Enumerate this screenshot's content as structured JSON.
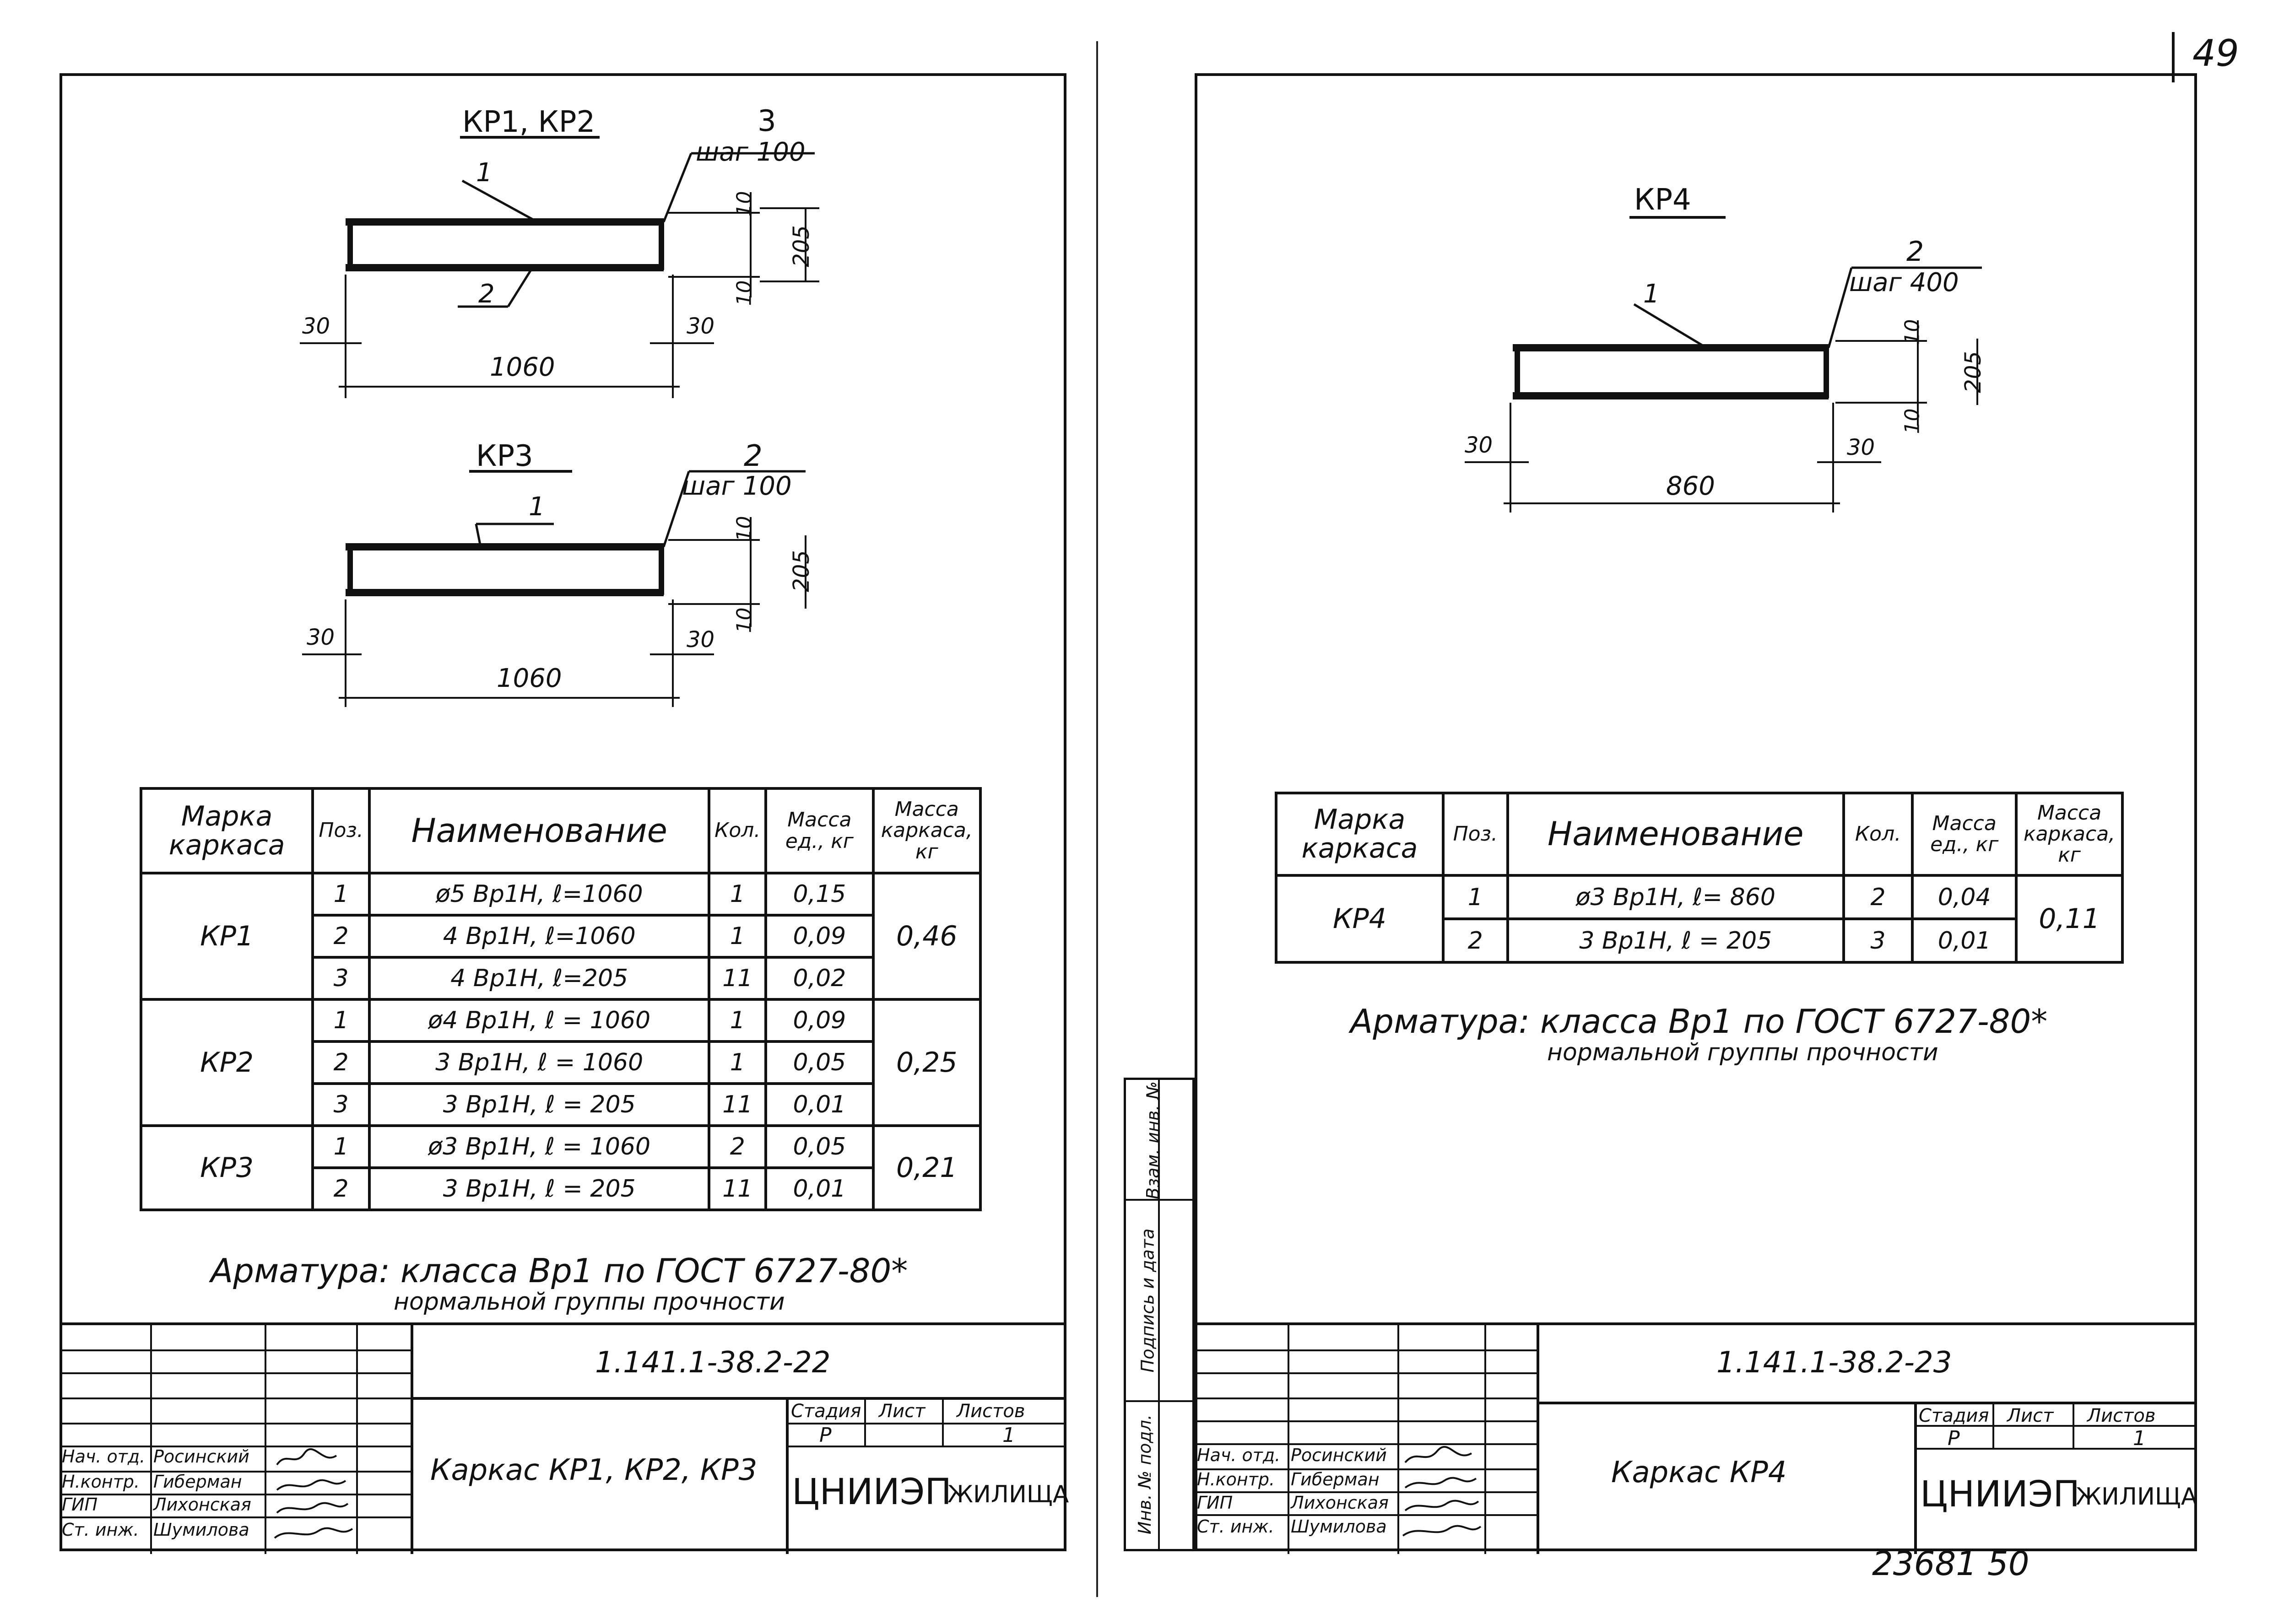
{
  "page_number": "49",
  "bottom_code": "23681 50",
  "left_sheet": {
    "drawing1_title": "КР1, КР2",
    "drawing1_rebar3": "3",
    "drawing1_step": "шаг 100",
    "drawing1_label1": "1",
    "drawing1_label2": "2",
    "drawing1_dim_top": "10",
    "drawing1_dim_bottom": "10",
    "drawing1_dim_height": "205",
    "drawing1_dim_left": "30",
    "drawing1_dim_right": "30",
    "drawing1_length": "1060",
    "drawing2_title": "КР3",
    "drawing2_rebar2": "2",
    "drawing2_step": "шаг 100",
    "drawing2_label1": "1",
    "drawing2_dim_top": "10",
    "drawing2_dim_bottom": "10",
    "drawing2_dim_height": "205",
    "drawing2_dim_left": "30",
    "drawing2_dim_right": "30",
    "drawing2_length": "1060",
    "table_headers": {
      "mark": "Марка каркаса",
      "pos": "Поз.",
      "name": "Наименование",
      "qty": "Кол.",
      "mass_unit": "Масса ед., кг",
      "mass_frame": "Масса каркаса, кг"
    },
    "frames": [
      {
        "mark": "КР1",
        "mass": "0,46",
        "rows": [
          {
            "pos": "1",
            "name": "ø5 Вр1Н, ℓ=1060",
            "qty": "1",
            "unit": "0,15"
          },
          {
            "pos": "2",
            "name": "4 Вр1Н, ℓ=1060",
            "qty": "1",
            "unit": "0,09"
          },
          {
            "pos": "3",
            "name": "4 Вр1Н, ℓ=205",
            "qty": "11",
            "unit": "0,02"
          }
        ]
      },
      {
        "mark": "КР2",
        "mass": "0,25",
        "rows": [
          {
            "pos": "1",
            "name": "ø4 Вр1Н, ℓ = 1060",
            "qty": "1",
            "unit": "0,09"
          },
          {
            "pos": "2",
            "name": "3 Вр1Н, ℓ = 1060",
            "qty": "1",
            "unit": "0,05"
          },
          {
            "pos": "3",
            "name": "3 Вр1Н, ℓ = 205",
            "qty": "11",
            "unit": "0,01"
          }
        ]
      },
      {
        "mark": "КР3",
        "mass": "0,21",
        "rows": [
          {
            "pos": "1",
            "name": "ø3 Вр1Н, ℓ = 1060",
            "qty": "2",
            "unit": "0,05"
          },
          {
            "pos": "2",
            "name": "3 Вр1Н, ℓ = 205",
            "qty": "11",
            "unit": "0,01"
          }
        ]
      }
    ],
    "note_line1": "Арматура: класса Вр1 по ГОСТ 6727-80*",
    "note_line2": "нормальной группы прочности",
    "title_block": {
      "code": "1.141.1-38.2-22",
      "title": "Каркас КР1, КР2, КР3",
      "stage_label": "Стадия",
      "sheet_label": "Лист",
      "sheets_label": "Листов",
      "stage": "Р",
      "sheets": "1",
      "org": "ЦНИИЭП",
      "org2": "жилища",
      "people": [
        {
          "role": "Нач. отд.",
          "name": "Росинский"
        },
        {
          "role": "Н.контр.",
          "name": "Гиберман"
        },
        {
          "role": "ГИП",
          "name": "Лихонская"
        },
        {
          "role": "Ст. инж.",
          "name": "Шумилова"
        }
      ]
    }
  },
  "right_sheet": {
    "drawing_title": "КР4",
    "rebar2": "2",
    "step": "шаг 400",
    "label1": "1",
    "dim_top": "10",
    "dim_bottom": "10",
    "dim_height": "205",
    "dim_left": "30",
    "dim_right": "30",
    "length": "860",
    "table_headers": {
      "mark": "Марка каркаса",
      "pos": "Поз.",
      "name": "Наименование",
      "qty": "Кол.",
      "mass_unit": "Масса ед., кг",
      "mass_frame": "Масса каркаса, кг"
    },
    "frame": {
      "mark": "КР4",
      "mass": "0,11",
      "rows": [
        {
          "pos": "1",
          "name": "ø3 Вр1Н, ℓ= 860",
          "qty": "2",
          "unit": "0,04"
        },
        {
          "pos": "2",
          "name": "3 Вр1Н, ℓ = 205",
          "qty": "3",
          "unit": "0,01"
        }
      ]
    },
    "note_line1": "Арматура: класса Вр1 по ГОСТ 6727-80*",
    "note_line2": "нормальной группы прочности",
    "side_stamp": {
      "inv_podl": "Инв. № подл.",
      "podpis": "Подпись и дата",
      "vzam": "Взам. инв. №"
    },
    "title_block": {
      "code": "1.141.1-38.2-23",
      "title": "Каркас КР4",
      "stage_label": "Стадия",
      "sheet_label": "Лист",
      "sheets_label": "Листов",
      "stage": "Р",
      "sheets": "1",
      "org": "ЦНИИЭП",
      "org2": "жилища",
      "people": [
        {
          "role": "Нач. отд.",
          "name": "Росинский"
        },
        {
          "role": "Н.контр.",
          "name": "Гиберман"
        },
        {
          "role": "ГИП",
          "name": "Лихонская"
        },
        {
          "role": "Ст. инж.",
          "name": "Шумилова"
        }
      ]
    }
  }
}
